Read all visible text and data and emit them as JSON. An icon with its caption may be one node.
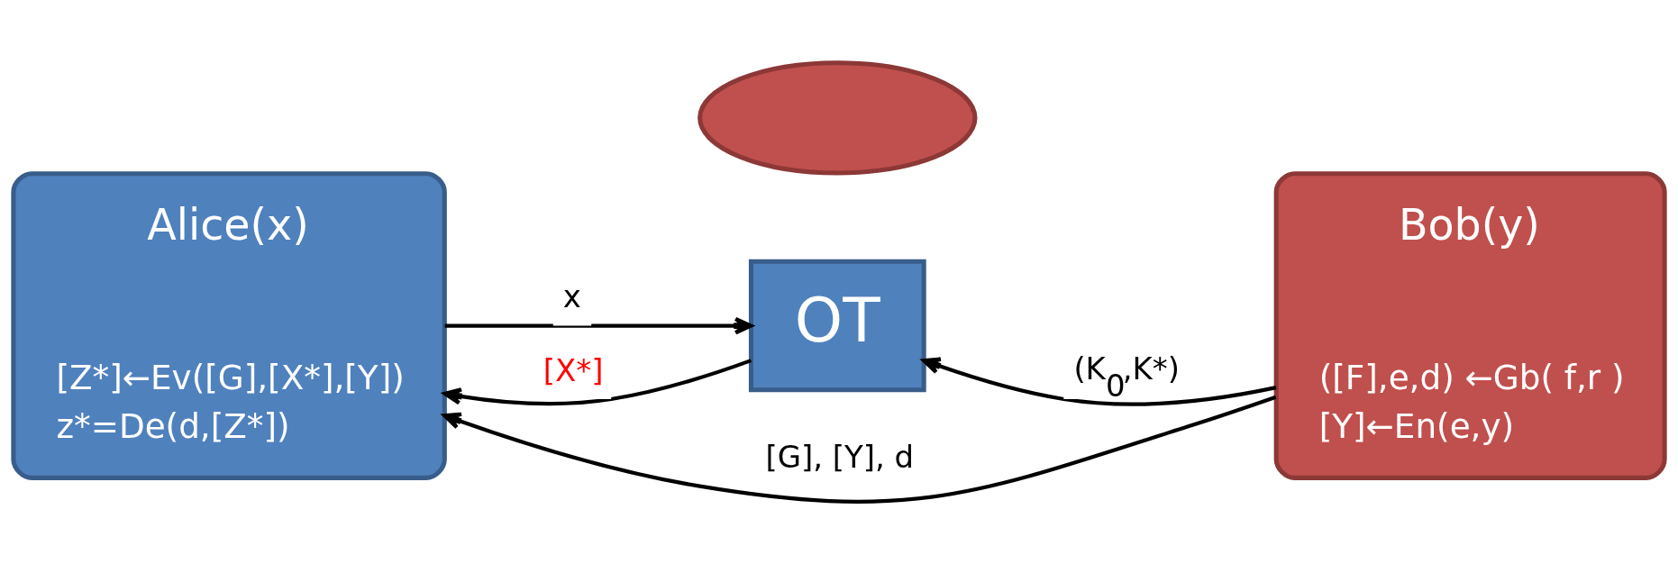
{
  "diagram": {
    "nodes": [
      {
        "text": [
          "Alice(x)",
          "[Z*]←Ev([G],[X*],[Y])",
          "z*=De(d,[Z*])"
        ]
      },
      {
        "text": [
          "OT"
        ]
      },
      {
        "text": [
          "Bob(y)",
          "([F],e,d) ←Gb( f,r )",
          "[Y]←En(e,y)"
        ]
      },
      {
        "text": [],
        "shape": "callout"
      }
    ],
    "edges": [
      {
        "from": 0,
        "to": 1,
        "arrow": "to",
        "label": "x"
      },
      {
        "from": 1,
        "to": 0,
        "arrow": "to",
        "label": "[X*]"
      },
      {
        "from": 2,
        "to": 1,
        "arrow": "to",
        "label": "(K$_{0}$,K*)"
      },
      {
        "from": 2,
        "to": 0,
        "arrow": "to",
        "label": "[G], [Y], d"
      }
    ]
  }
}
